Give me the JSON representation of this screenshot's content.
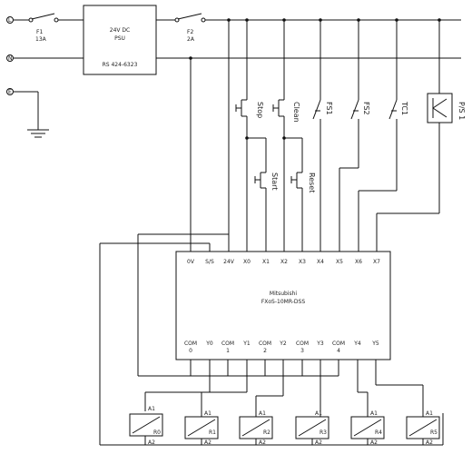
{
  "supply": {
    "terminals": [
      "L",
      "N",
      "E"
    ],
    "fuse1": {
      "name": "F1",
      "rating": "13A"
    },
    "fuse2": {
      "name": "F2",
      "rating": "2A"
    },
    "psu": {
      "line1": "24V DC",
      "line2": "PSU",
      "part": "RS 424-6323"
    }
  },
  "inputs": {
    "stop": "Stop",
    "clean": "Clean",
    "fs1": "FS1",
    "fs2": "FS2",
    "tc1": "TC1",
    "ps1": "P/S 1",
    "start": "Start",
    "reset": "Reset"
  },
  "plc": {
    "maker": "Mitsubishi",
    "model": "FXoS-10MR-DSS",
    "top_terminals": [
      "0V",
      "S/S",
      "24V",
      "X0",
      "X1",
      "X2",
      "X3",
      "X4",
      "X5",
      "X6",
      "X7"
    ],
    "bottom_terminals": [
      {
        "label": "COM",
        "sub": "0"
      },
      {
        "label": "Y0",
        "sub": ""
      },
      {
        "label": "COM",
        "sub": "1"
      },
      {
        "label": "Y1",
        "sub": ""
      },
      {
        "label": "COM",
        "sub": "2"
      },
      {
        "label": "Y2",
        "sub": ""
      },
      {
        "label": "COM",
        "sub": "3"
      },
      {
        "label": "Y3",
        "sub": ""
      },
      {
        "label": "COM",
        "sub": "4"
      },
      {
        "label": "Y4",
        "sub": ""
      },
      {
        "label": "Y5",
        "sub": ""
      }
    ]
  },
  "relays": [
    {
      "name": "R0",
      "a1": "A1",
      "a2": "A2"
    },
    {
      "name": "R1",
      "a1": "A1",
      "a2": "A2"
    },
    {
      "name": "R2",
      "a1": "A1",
      "a2": "A2"
    },
    {
      "name": "R3",
      "a1": "A1",
      "a2": "A2"
    },
    {
      "name": "R4",
      "a1": "A1",
      "a2": "A2"
    },
    {
      "name": "R5",
      "a1": "A1",
      "a2": "A2"
    }
  ]
}
